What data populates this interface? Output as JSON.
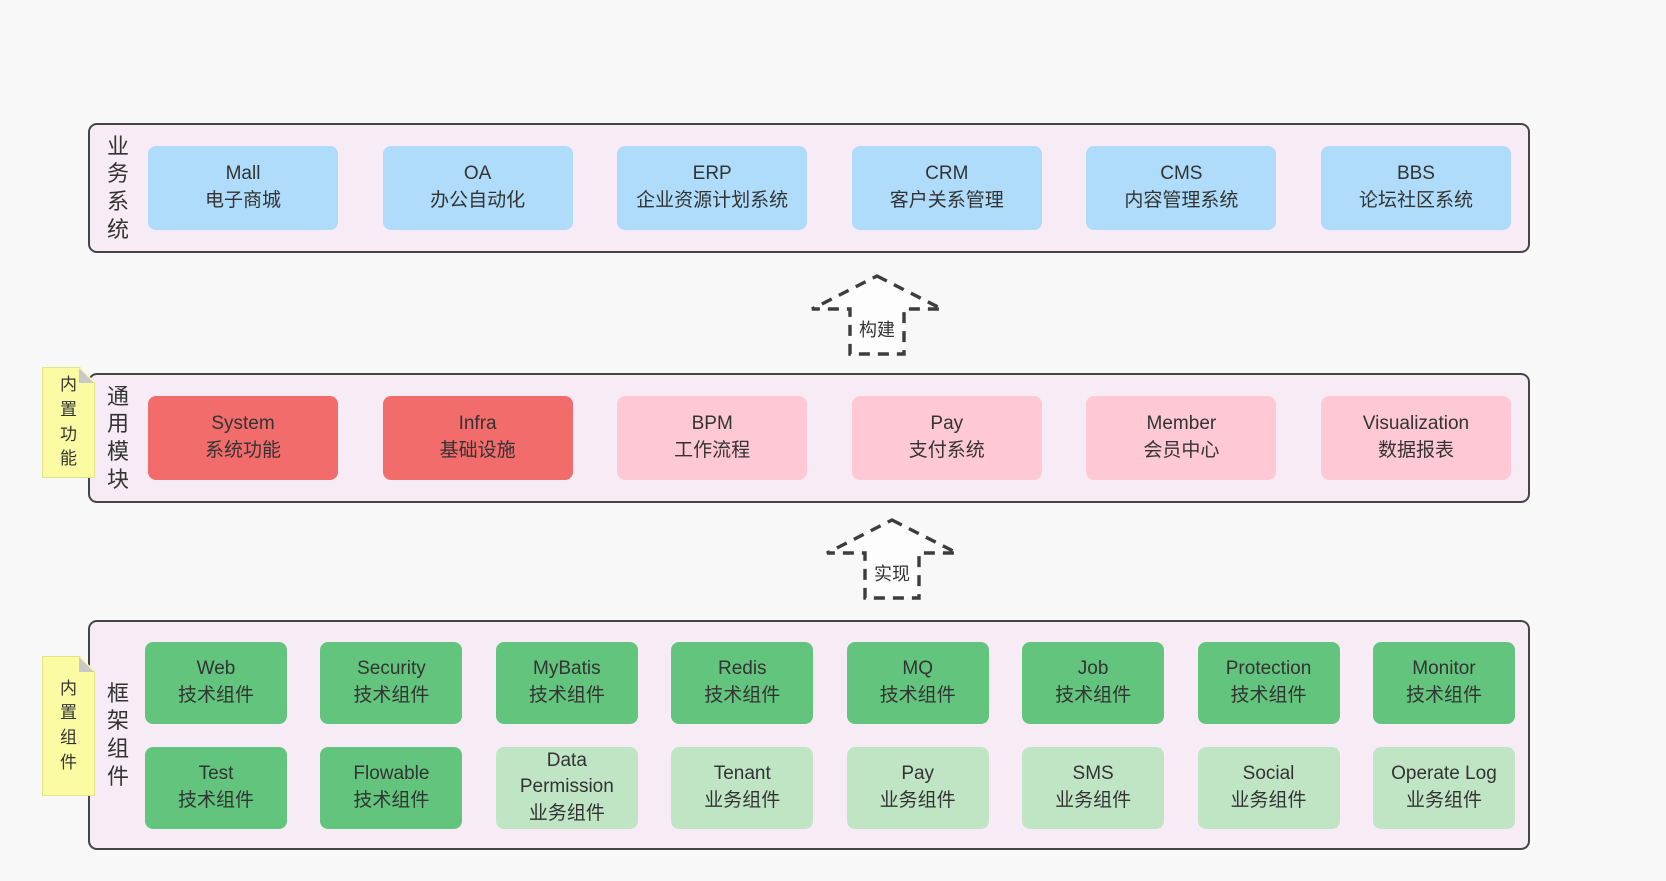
{
  "colors": {
    "background": "#f8f8f8",
    "panel_bg": "#f7ecf5",
    "panel_border": "#454545",
    "blue_box": "#aedcfa",
    "red_box": "#f26c6c",
    "pink_box": "#fec9d4",
    "green_box": "#63c57d",
    "light_green_box": "#c0e5c5",
    "note_yellow": "#fbfba3",
    "text": "#333333"
  },
  "arrows": [
    {
      "label": "构建"
    },
    {
      "label": "实现"
    }
  ],
  "notes": [
    {
      "label": "内置功能"
    },
    {
      "label": "内置组件"
    }
  ],
  "layers": [
    {
      "label": "业务系统",
      "items": [
        {
          "name": "Mall",
          "sub": "电子商城"
        },
        {
          "name": "OA",
          "sub": "办公自动化"
        },
        {
          "name": "ERP",
          "sub": "企业资源计划系统"
        },
        {
          "name": "CRM",
          "sub": "客户关系管理"
        },
        {
          "name": "CMS",
          "sub": "内容管理系统"
        },
        {
          "name": "BBS",
          "sub": "论坛社区系统"
        }
      ]
    },
    {
      "label": "通用模块",
      "items": [
        {
          "name": "System",
          "sub": "系统功能"
        },
        {
          "name": "Infra",
          "sub": "基础设施"
        },
        {
          "name": "BPM",
          "sub": "工作流程"
        },
        {
          "name": "Pay",
          "sub": "支付系统"
        },
        {
          "name": "Member",
          "sub": "会员中心"
        },
        {
          "name": "Visualization",
          "sub": "数据报表"
        }
      ]
    },
    {
      "label": "框架组件",
      "rows": [
        [
          {
            "name": "Web",
            "sub": "技术组件"
          },
          {
            "name": "Security",
            "sub": "技术组件"
          },
          {
            "name": "MyBatis",
            "sub": "技术组件"
          },
          {
            "name": "Redis",
            "sub": "技术组件"
          },
          {
            "name": "MQ",
            "sub": "技术组件"
          },
          {
            "name": "Job",
            "sub": "技术组件"
          },
          {
            "name": "Protection",
            "sub": "技术组件"
          },
          {
            "name": "Monitor",
            "sub": "技术组件"
          }
        ],
        [
          {
            "name": "Test",
            "sub": "技术组件"
          },
          {
            "name": "Flowable",
            "sub": "技术组件"
          },
          {
            "name": "Data Permission",
            "sub": "业务组件"
          },
          {
            "name": "Tenant",
            "sub": "业务组件"
          },
          {
            "name": "Pay",
            "sub": "业务组件"
          },
          {
            "name": "SMS",
            "sub": "业务组件"
          },
          {
            "name": "Social",
            "sub": "业务组件"
          },
          {
            "name": "Operate Log",
            "sub": "业务组件"
          }
        ]
      ]
    }
  ]
}
